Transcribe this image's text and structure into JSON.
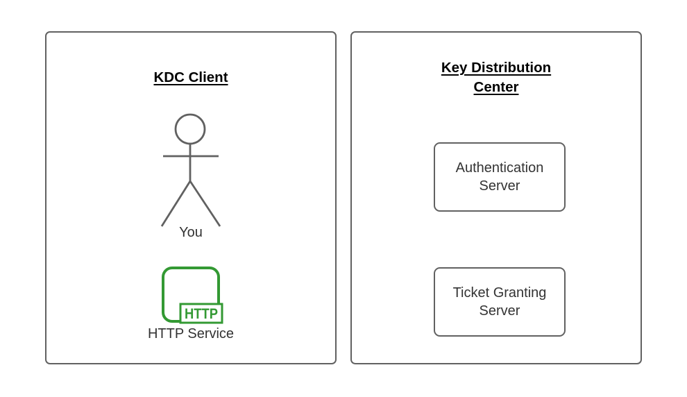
{
  "left_panel": {
    "title": "KDC Client",
    "actor_label": "You",
    "service_label": "HTTP Service",
    "service_icon_text": "HTTP"
  },
  "right_panel": {
    "title": "Key Distribution Center",
    "nodes": [
      {
        "label": "Authentication Server"
      },
      {
        "label": "Ticket Granting Server"
      }
    ]
  },
  "colors": {
    "box_border": "#616161",
    "green_accent": "#339933",
    "label_text": "#333333",
    "title_text": "#000000"
  }
}
